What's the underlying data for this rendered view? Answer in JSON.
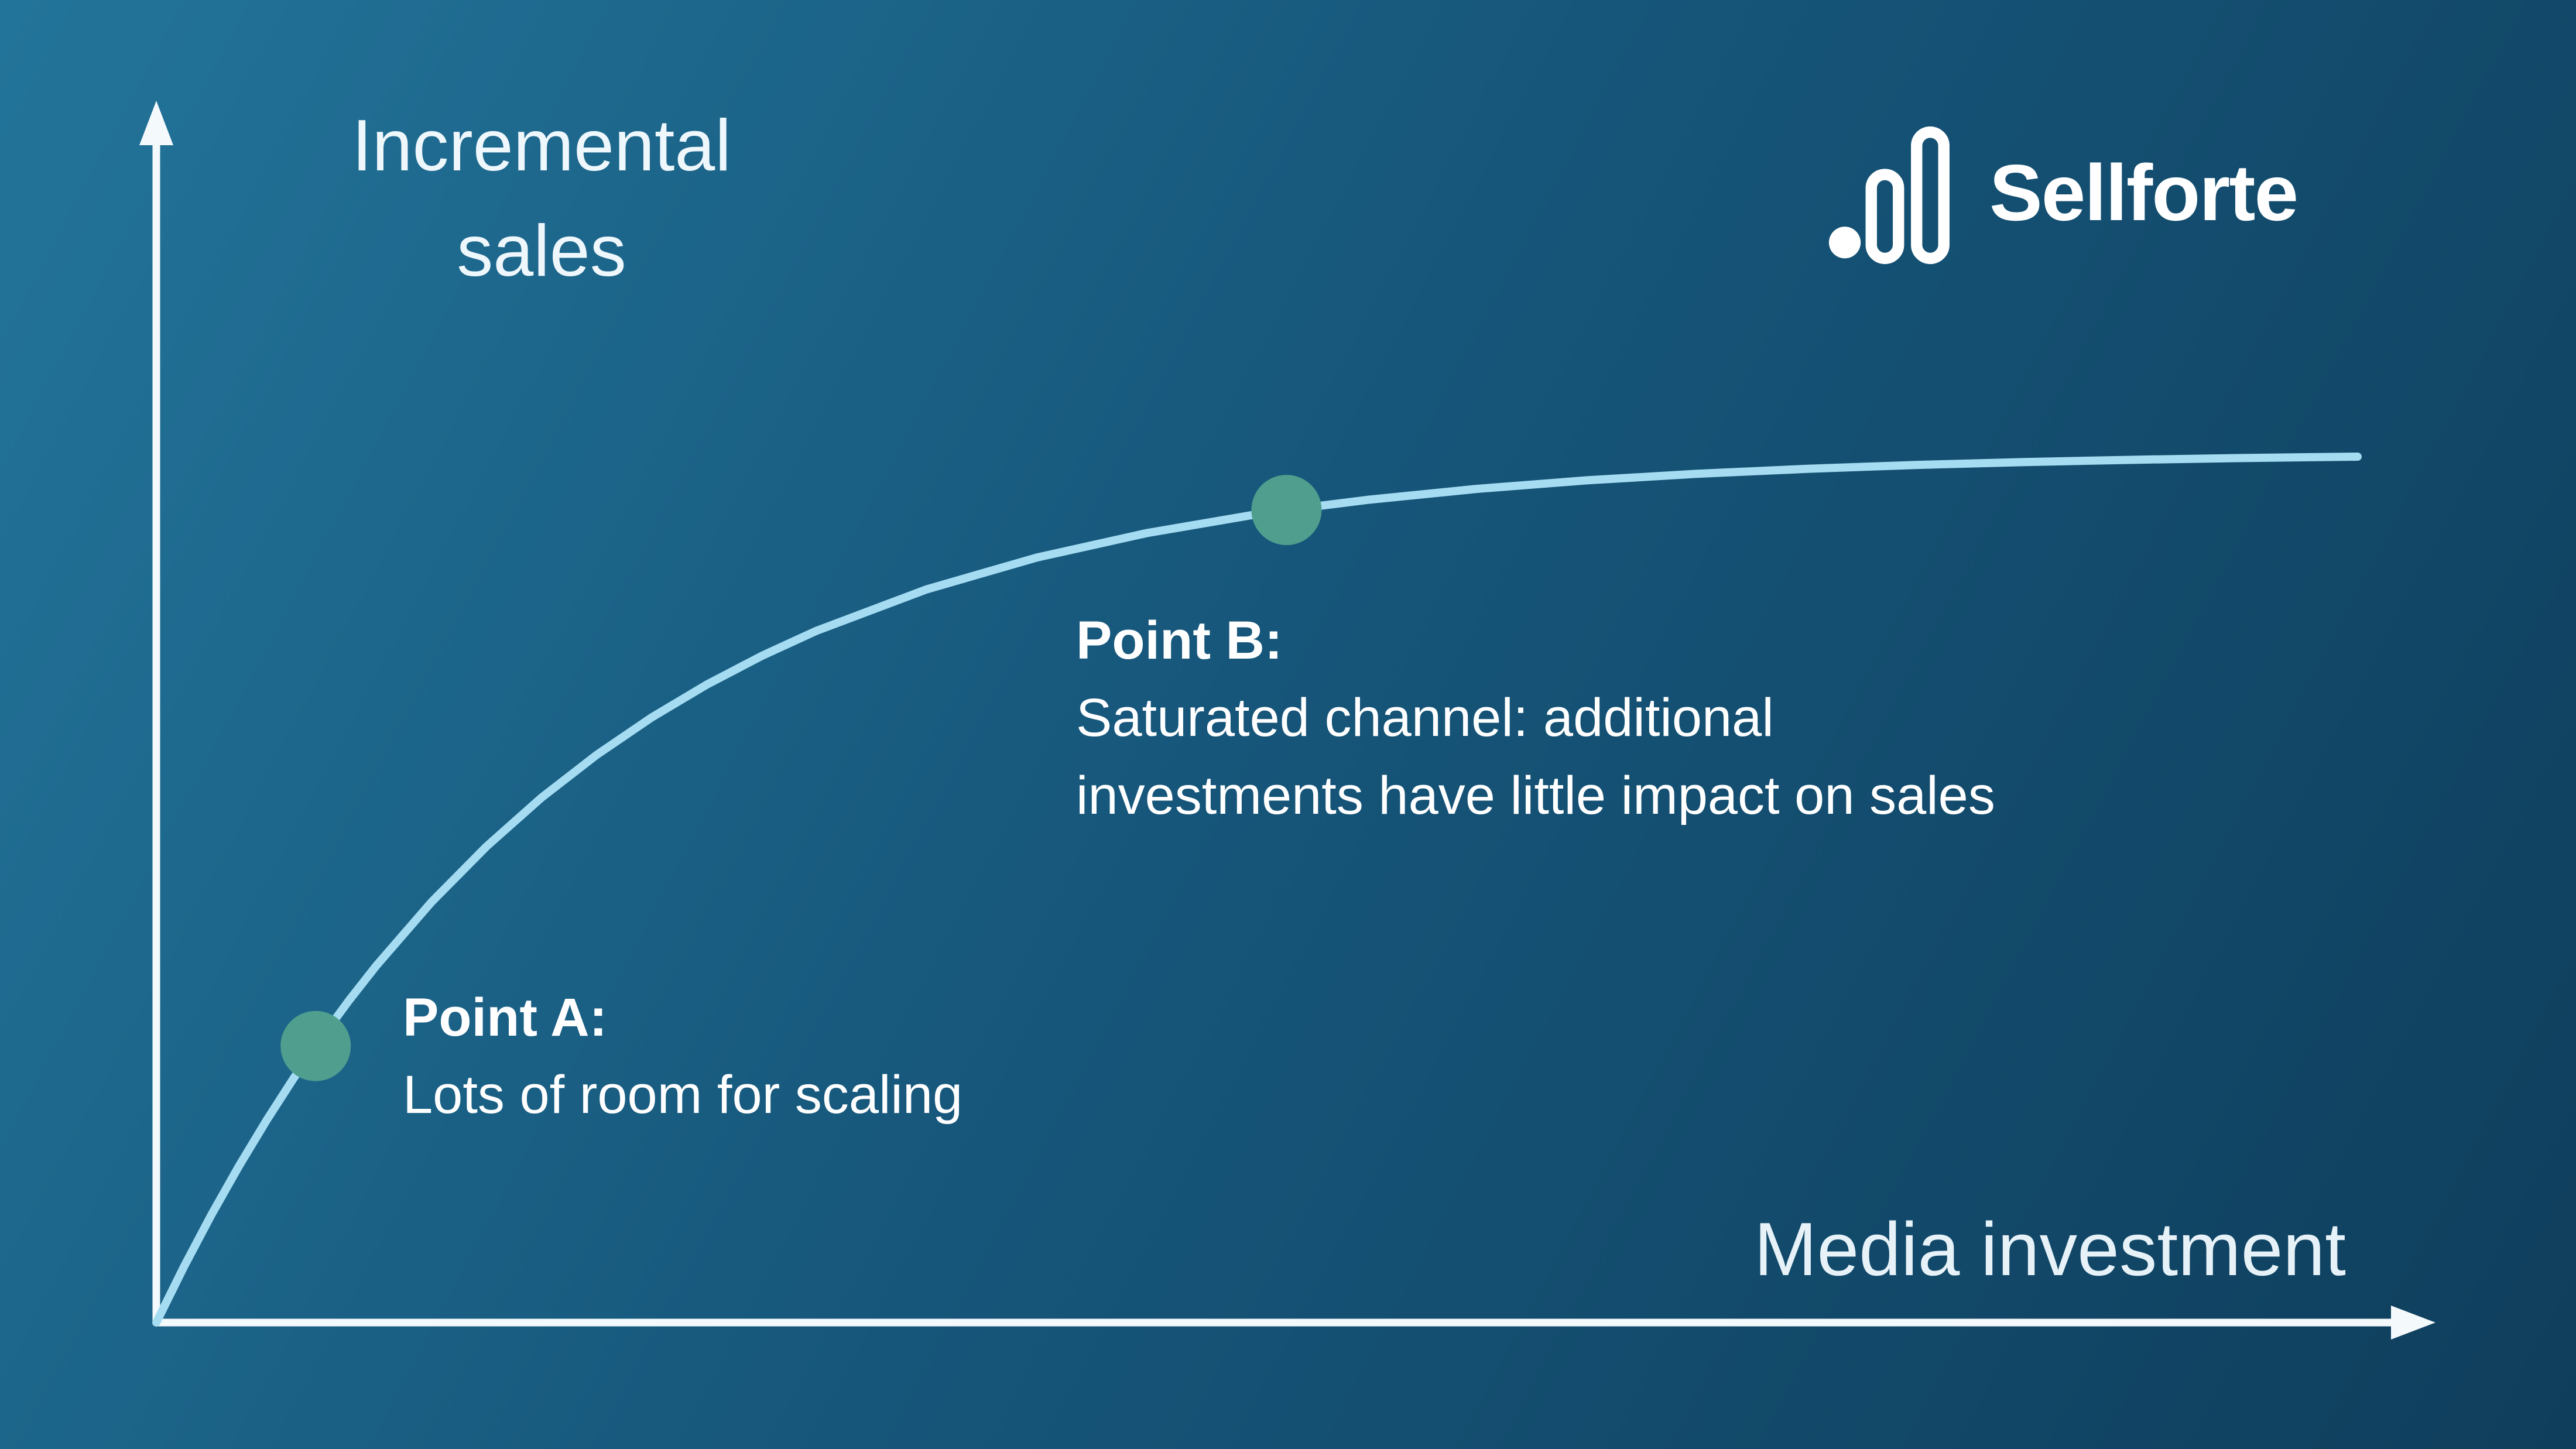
{
  "logo": {
    "brand": "Sellforte"
  },
  "chart_data": {
    "type": "line",
    "title": "",
    "xlabel": "Media investment",
    "ylabel": "Incremental sales",
    "ylabel_lines": [
      "Incremental",
      "sales"
    ],
    "x_range": [
      0,
      1
    ],
    "y_range": [
      0,
      1
    ],
    "grid": false,
    "legend": "none",
    "description": "Media saturation curve: incremental sales rise steeply at low media investment and flatten as the channel saturates",
    "curve_points": [
      [
        0,
        0
      ],
      [
        0.0125,
        0.0639
      ],
      [
        0.025,
        0.1237
      ],
      [
        0.0375,
        0.1796
      ],
      [
        0.05,
        0.232
      ],
      [
        0.0625,
        0.2811
      ],
      [
        0.075,
        0.327
      ],
      [
        0.0875,
        0.37
      ],
      [
        0.1,
        0.4102
      ],
      [
        0.125,
        0.4831
      ],
      [
        0.15,
        0.547
      ],
      [
        0.175,
        0.6031
      ],
      [
        0.2,
        0.6522
      ],
      [
        0.225,
        0.6952
      ],
      [
        0.25,
        0.7329
      ],
      [
        0.275,
        0.7659
      ],
      [
        0.3,
        0.7949
      ],
      [
        0.35,
        0.8425
      ],
      [
        0.4,
        0.879
      ],
      [
        0.45,
        0.9071
      ],
      [
        0.5,
        0.9287
      ],
      [
        0.5134,
        0.9336
      ],
      [
        0.55,
        0.9452
      ],
      [
        0.6,
        0.9579
      ],
      [
        0.65,
        0.9677
      ],
      [
        0.7,
        0.9752
      ],
      [
        0.75,
        0.9809
      ],
      [
        0.8,
        0.9854
      ],
      [
        0.85,
        0.9888
      ],
      [
        0.9,
        0.9914
      ],
      [
        0.95,
        0.9934
      ],
      [
        1,
        0.9949
      ]
    ],
    "annotations": [
      {
        "id": "A",
        "x": 0.0724,
        "y": 0.3177,
        "title": "Point A:",
        "lines": [
          "Lots of room for scaling"
        ]
      },
      {
        "id": "B",
        "x": 0.5134,
        "y": 0.9336,
        "title": "Point B:",
        "lines": [
          "Saturated channel: additional",
          "investments have little impact on sales"
        ]
      }
    ]
  },
  "colors": {
    "background_top_left": "#23749a",
    "background_bottom_right": "#0f3e5c",
    "curve": "#a5dcf2",
    "point_marker": "#4f9e8e",
    "axis": "#f4f9fc",
    "text": "#ffffff"
  }
}
